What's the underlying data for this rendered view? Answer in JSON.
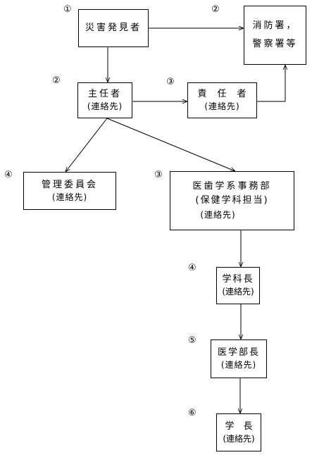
{
  "boxes": {
    "discoverer": {
      "line1": "災害発見者"
    },
    "fire_police": {
      "line1": "消防署，",
      "line2": "警察署等"
    },
    "chief": {
      "line1": "主任者",
      "line2": "(連絡先)"
    },
    "responsible": {
      "line1": "責　任　者",
      "line2": "(連絡先)"
    },
    "committee": {
      "line1": "管理委員会",
      "line2": "(連絡先)"
    },
    "office": {
      "line1": "医歯学系事務部",
      "line2": "(保健学科担当)",
      "line3": "(連絡先)"
    },
    "dept_head": {
      "line1": "学科長",
      "line2": "(連絡先)"
    },
    "dean": {
      "line1": "医学部長",
      "line2": "(連絡先)"
    },
    "president": {
      "line1": "学　長",
      "line2": "(連絡先)"
    }
  },
  "step_numbers": {
    "discoverer": "①",
    "fire_police": "②",
    "chief": "②",
    "responsible": "③",
    "committee": "④",
    "office": "③",
    "dept_head": "④",
    "dean": "⑤",
    "president": "⑥"
  },
  "colors": {
    "line": "#000000",
    "background": "#ffffff"
  }
}
